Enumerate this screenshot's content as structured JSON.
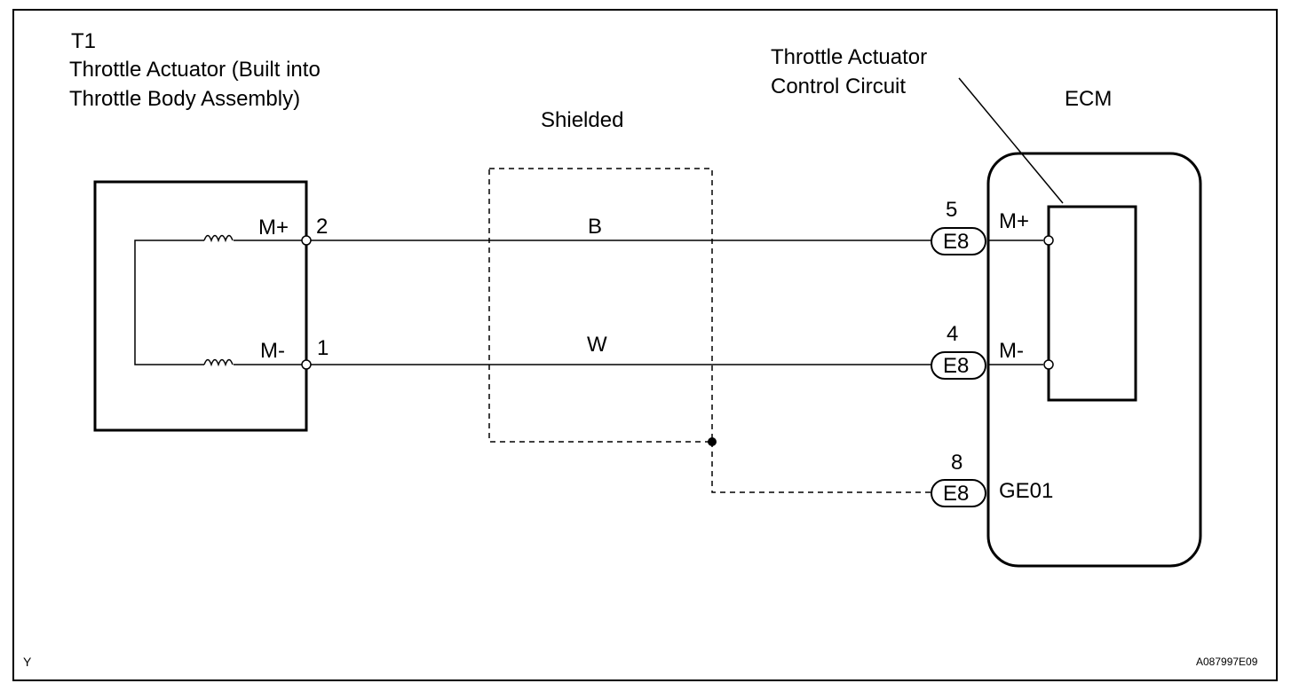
{
  "t1": {
    "code": "T1",
    "name_line1": "Throttle Actuator (Built into",
    "name_line2": "Throttle Body Assembly)",
    "pin_mplus_label": "M+",
    "pin_mminus_label": "M-",
    "pin_mplus_number": "2",
    "pin_mminus_number": "1"
  },
  "shield": {
    "label": "Shielded"
  },
  "wires": {
    "top_color": "B",
    "bottom_color": "W"
  },
  "ecm": {
    "label": "ECM",
    "circuit_line1": "Throttle Actuator",
    "circuit_line2": "Control Circuit",
    "pins": [
      {
        "number": "5",
        "connector": "E8",
        "label": "M+"
      },
      {
        "number": "4",
        "connector": "E8",
        "label": "M-"
      },
      {
        "number": "8",
        "connector": "E8",
        "label": "GE01"
      }
    ]
  },
  "footer": {
    "left_mark": "Y",
    "figure_id": "A087997E09"
  }
}
